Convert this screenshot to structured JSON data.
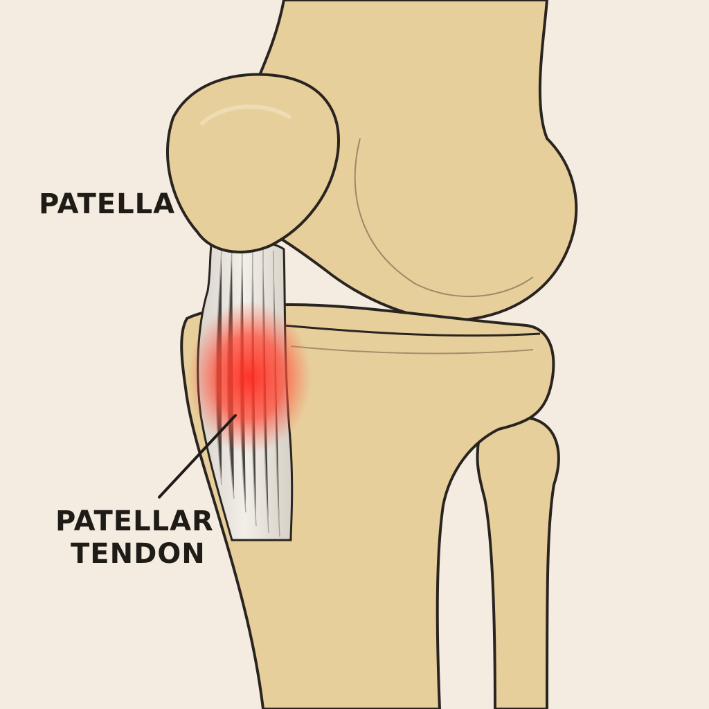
{
  "labels": {
    "patella": "PATELLA",
    "patellar_tendon_line1": "PATELLAR",
    "patellar_tendon_line2": "TENDON"
  },
  "colors": {
    "background": "#f4ece0",
    "bone_fill": "#e7cf9c",
    "bone_outline": "#2a2420",
    "tendon_fill": "#e4e0d8",
    "inflammation": "#ff3b2f",
    "label_text": "#1f1b17"
  },
  "structures": [
    "femur",
    "patella",
    "tibia",
    "fibula",
    "patellar-tendon",
    "inflamed-region"
  ]
}
